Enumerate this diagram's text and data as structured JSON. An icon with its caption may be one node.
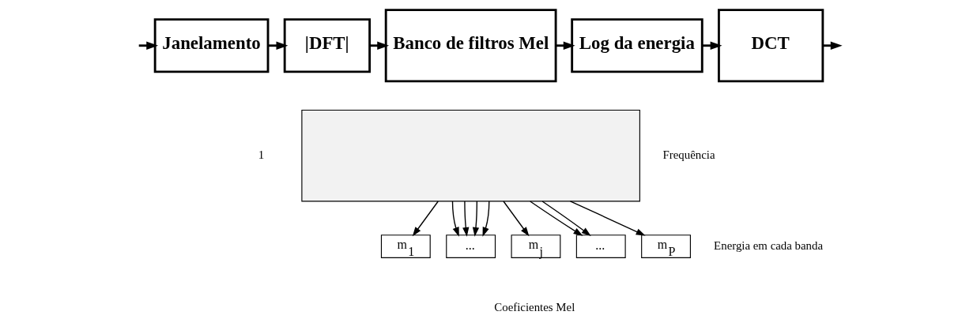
{
  "diagram": {
    "nodes": [
      {
        "text": [
          "Janelamento"
        ]
      },
      {
        "text": [
          "|DFT|"
        ]
      },
      {
        "text": [
          "Banco de filtros Mel"
        ]
      },
      {
        "text": [
          "Log da energia"
        ]
      },
      {
        "text": [
          "DCT"
        ]
      },
      {
        "text": [],
        "shape": "box"
      },
      {
        "text": [
          "m$_{1}$"
        ]
      },
      {
        "text": [
          "..."
        ]
      },
      {
        "text": [
          "m$_{j}$"
        ]
      },
      {
        "text": [
          "..."
        ]
      },
      {
        "text": [
          "m$_{P}$"
        ]
      }
    ],
    "edges": [
      {
        "from": null,
        "to": 0,
        "arrow": "to"
      },
      {
        "from": 0,
        "to": 1,
        "arrow": "to"
      },
      {
        "from": 1,
        "to": 2,
        "arrow": "to"
      },
      {
        "from": 2,
        "to": 3,
        "arrow": "to"
      },
      {
        "from": 3,
        "to": 4,
        "arrow": "to"
      },
      {
        "from": 4,
        "to": null,
        "arrow": "to"
      },
      {
        "from": 5,
        "to": 6,
        "arrow": "to"
      },
      {
        "from": 5,
        "to": 7,
        "arrow": "to"
      },
      {
        "from": 5,
        "to": 7,
        "arrow": "to"
      },
      {
        "from": 5,
        "to": 7,
        "arrow": "to"
      },
      {
        "from": 5,
        "to": 7,
        "arrow": "to"
      },
      {
        "from": 5,
        "to": 8,
        "arrow": "to"
      },
      {
        "from": 5,
        "to": 9,
        "arrow": "to"
      },
      {
        "from": 5,
        "to": 9,
        "arrow": "to"
      },
      {
        "from": 5,
        "to": 10,
        "arrow": "to"
      }
    ],
    "labels": [
      "1",
      "Frequência",
      "Energia em cada banda",
      "Coeficientes Mel"
    ]
  }
}
